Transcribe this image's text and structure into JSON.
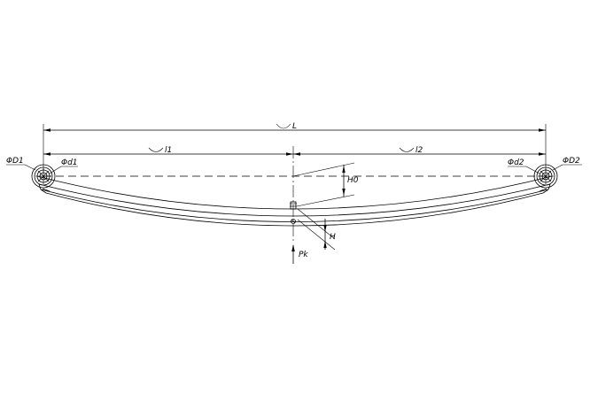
{
  "labels": {
    "overall_length": "L",
    "left_length": "l1",
    "right_length": "l2",
    "left_eye_outer": "ΦD1",
    "left_eye_inner": "Φd1",
    "right_eye_inner": "Φd2",
    "right_eye_outer": "ΦD2",
    "height_free": "H0",
    "height_loaded": "H",
    "load": "Pk"
  }
}
